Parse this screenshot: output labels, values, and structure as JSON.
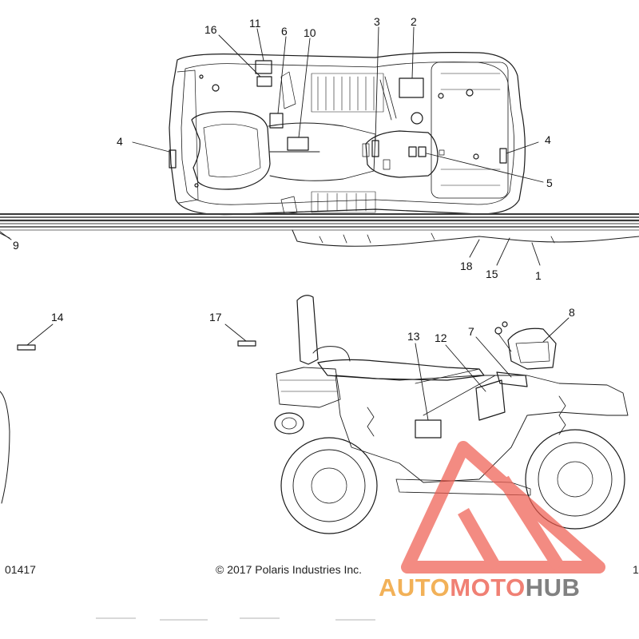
{
  "diagram": {
    "callouts": {
      "c1": "1",
      "c2": "2",
      "c3": "3",
      "c4a": "4",
      "c4b": "4",
      "c5": "5",
      "c6": "6",
      "c7": "7",
      "c8": "8",
      "c9": "9",
      "c10": "10",
      "c11": "11",
      "c12": "12",
      "c13": "13",
      "c14": "14",
      "c15": "15",
      "c16": "16",
      "c17": "17",
      "c18": "18"
    },
    "footer": {
      "figure_code": "01417",
      "copyright": "© 2017  Polaris Industries Inc.",
      "edge_mark": "1"
    }
  },
  "watermark": {
    "word_part1": "AUTO",
    "word_part2": "MOTO",
    "word_part3": "HUB",
    "color_auto": "#f0a43c",
    "color_moto": "#ee6b5c",
    "color_hub": "#6c6c6c",
    "triangle_color": "#ee5b4e"
  }
}
